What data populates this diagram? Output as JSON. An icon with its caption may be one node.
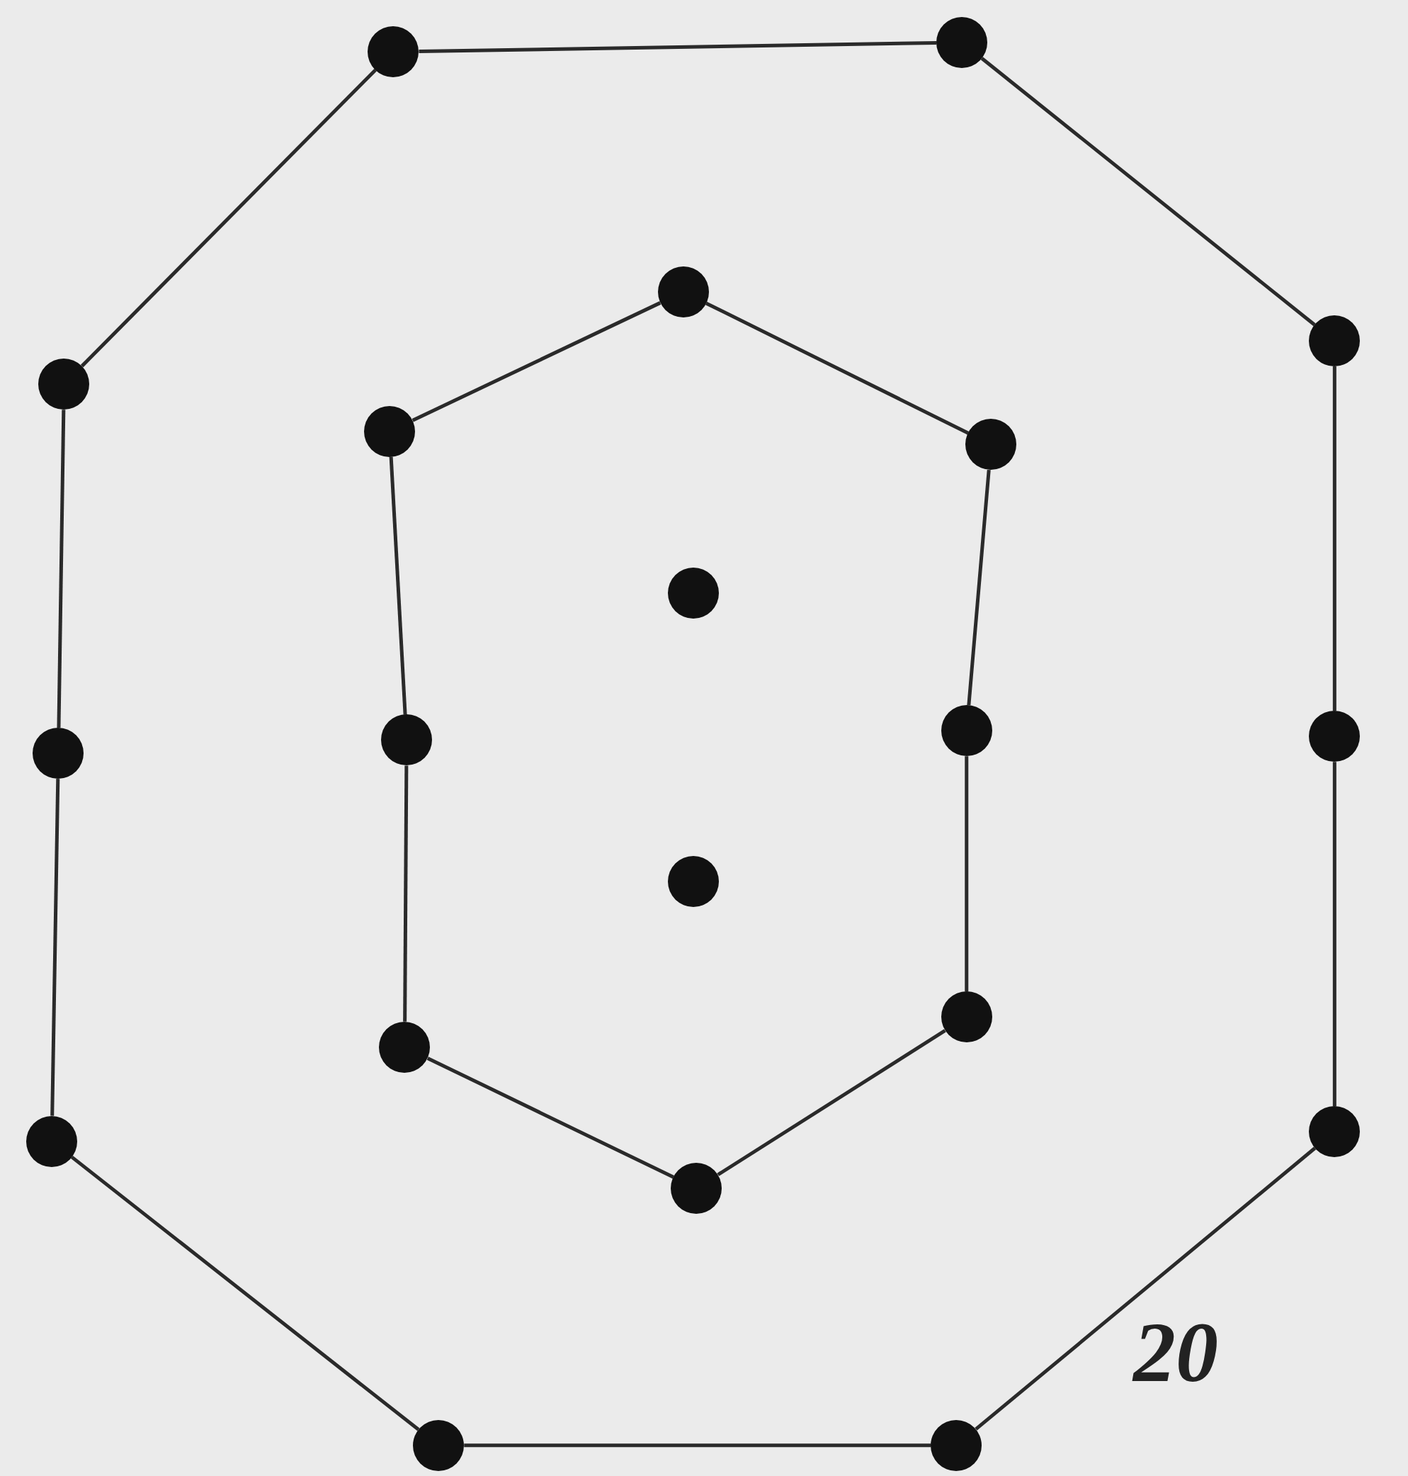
{
  "diagram": {
    "nodes": [
      {
        "text": [],
        "shape": "circle"
      },
      {
        "text": [],
        "shape": "circle"
      },
      {
        "text": [],
        "shape": "circle"
      },
      {
        "text": [],
        "shape": "circle"
      },
      {
        "text": [],
        "shape": "circle"
      },
      {
        "text": [],
        "shape": "circle"
      },
      {
        "text": [],
        "shape": "circle"
      },
      {
        "text": [],
        "shape": "circle"
      },
      {
        "text": [],
        "shape": "circle"
      },
      {
        "text": [],
        "shape": "circle"
      },
      {
        "text": [],
        "shape": "circle"
      },
      {
        "text": [],
        "shape": "circle"
      },
      {
        "text": [],
        "shape": "circle"
      },
      {
        "text": [],
        "shape": "circle"
      },
      {
        "text": [],
        "shape": "circle"
      },
      {
        "text": [],
        "shape": "circle"
      },
      {
        "text": [],
        "shape": "circle"
      },
      {
        "text": [],
        "shape": "circle"
      },
      {
        "text": [],
        "shape": "circle"
      },
      {
        "text": [],
        "shape": "circle"
      }
    ],
    "edges": [
      {
        "from": 0,
        "to": 1,
        "arrow": "none"
      },
      {
        "from": 1,
        "to": 2,
        "arrow": "none"
      },
      {
        "from": 2,
        "to": 3,
        "arrow": "none"
      },
      {
        "from": 3,
        "to": 4,
        "arrow": "none"
      },
      {
        "from": 4,
        "to": 5,
        "arrow": "none"
      },
      {
        "from": 5,
        "to": 6,
        "arrow": "none"
      },
      {
        "from": 6,
        "to": 7,
        "arrow": "none"
      },
      {
        "from": 7,
        "to": 8,
        "arrow": "none"
      },
      {
        "from": 8,
        "to": 9,
        "arrow": "none"
      },
      {
        "from": 9,
        "to": 0,
        "arrow": "none"
      },
      {
        "from": 10,
        "to": 11,
        "arrow": "none"
      },
      {
        "from": 11,
        "to": 12,
        "arrow": "none"
      },
      {
        "from": 12,
        "to": 13,
        "arrow": "none"
      },
      {
        "from": 13,
        "to": 14,
        "arrow": "none"
      },
      {
        "from": 14,
        "to": 15,
        "arrow": "none"
      },
      {
        "from": 15,
        "to": 16,
        "arrow": "none"
      },
      {
        "from": 16,
        "to": 17,
        "arrow": "none"
      },
      {
        "from": 17,
        "to": 10,
        "arrow": "none"
      }
    ],
    "labels": [
      "20"
    ]
  }
}
